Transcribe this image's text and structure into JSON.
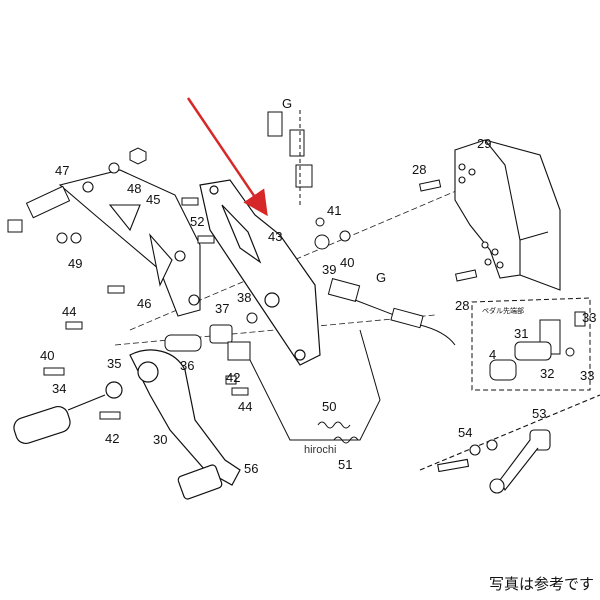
{
  "diagram": {
    "accent_color": "#d62828",
    "pointer": "red-arrow",
    "part_labels": [
      "G",
      "47",
      "48",
      "49",
      "45",
      "52",
      "46",
      "44",
      "40",
      "35",
      "34",
      "42",
      "36",
      "38",
      "37",
      "43",
      "41",
      "39",
      "40",
      "G",
      "42",
      "44",
      "30",
      "50",
      "51",
      "56",
      "29",
      "28",
      "28",
      "33",
      "31",
      "4",
      "32",
      "33",
      "53",
      "54"
    ],
    "inset_note": "ペダル先端部"
  },
  "watermark": "hirochi",
  "caption": "写真は参考です"
}
